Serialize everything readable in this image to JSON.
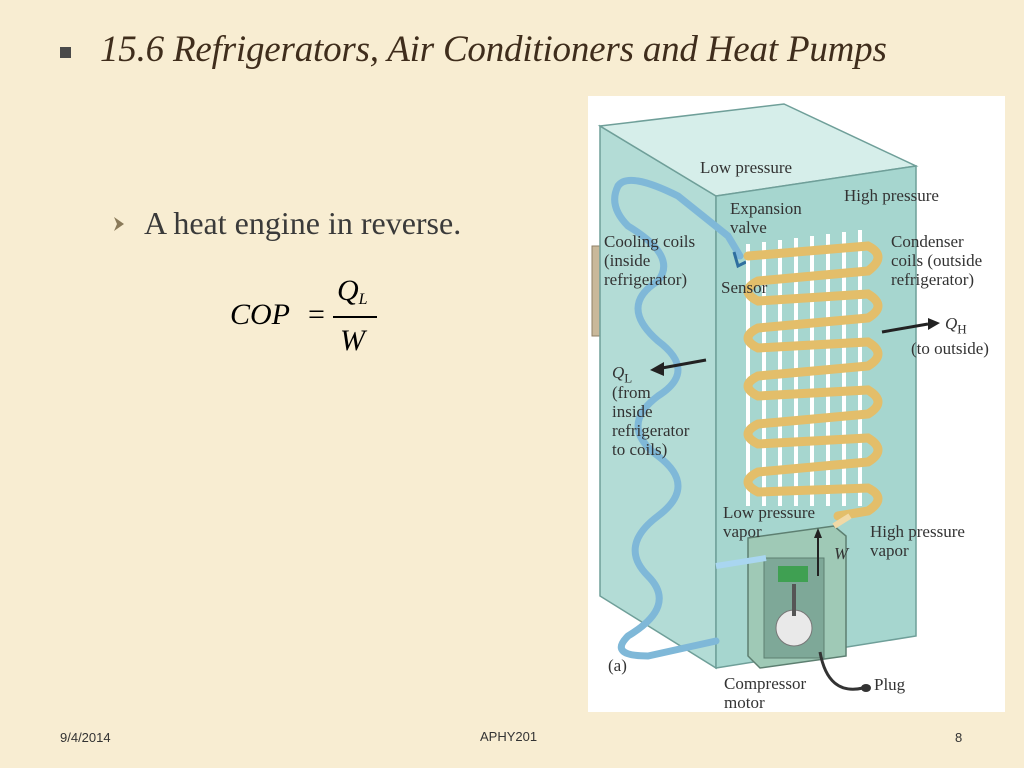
{
  "slide": {
    "title": "15.6  Refrigerators, Air Conditioners and Heat Pumps",
    "bullet": "A heat engine in reverse.",
    "formula": {
      "lhs": "COP",
      "equals": "=",
      "numerator": "Q",
      "numerator_sub": "L",
      "denominator": "W"
    }
  },
  "figure": {
    "labels": {
      "low_pressure": "Low pressure",
      "high_pressure": "High pressure",
      "expansion_valve": "Expansion\nvalve",
      "cooling_coils": "Cooling coils\n(inside\nrefrigerator)",
      "condenser_coils": "Condenser\ncoils (outside\nrefrigerator)",
      "sensor": "Sensor",
      "qh_symbol": "Q",
      "qh_sub": "H",
      "qh_desc": "(to outside)",
      "ql_symbol": "Q",
      "ql_sub": "L",
      "ql_desc": "(from\ninside\nrefrigerator\nto coils)",
      "low_pressure_vapor": "Low pressure\nvapor",
      "high_pressure_vapor": "High pressure\nvapor",
      "w": "W",
      "panel": "(a)",
      "compressor_motor": "Compressor\nmotor",
      "plug": "Plug"
    }
  },
  "footer": {
    "date": "9/4/2014",
    "course": "APHY201",
    "page": "8"
  }
}
